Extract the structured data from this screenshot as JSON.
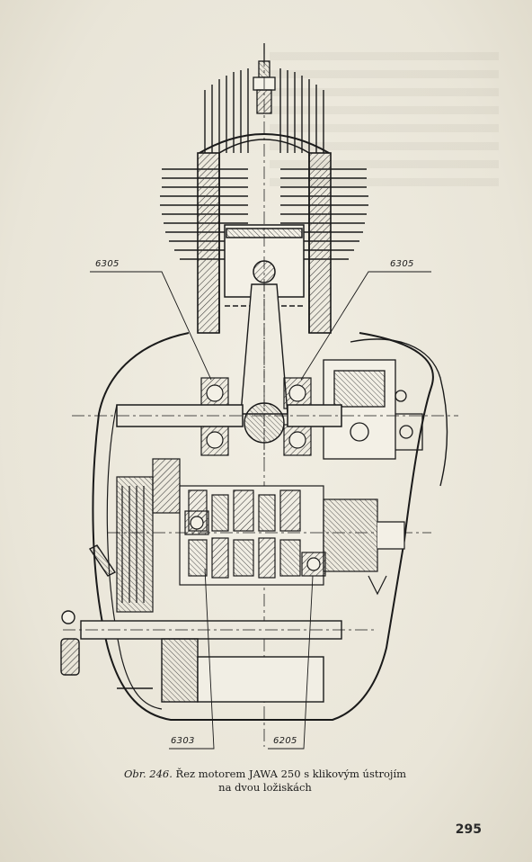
{
  "figure": {
    "labels": {
      "bearing_top_left": "6305",
      "bearing_top_right": "6305",
      "bearing_bottom_left": "6303",
      "bearing_bottom_right": "6205"
    }
  },
  "caption": {
    "lead": "Obr. 246.",
    "line1": "Řez motorem JAWA 250 s klikovým ústrojím",
    "line2": "na dvou ložiskách"
  },
  "page_number": "295",
  "colors": {
    "paper": "#ece9dd",
    "ink": "#1a1a1a",
    "hatch": "#333333"
  },
  "icons": [
    "engine-cross-section-drawing"
  ]
}
